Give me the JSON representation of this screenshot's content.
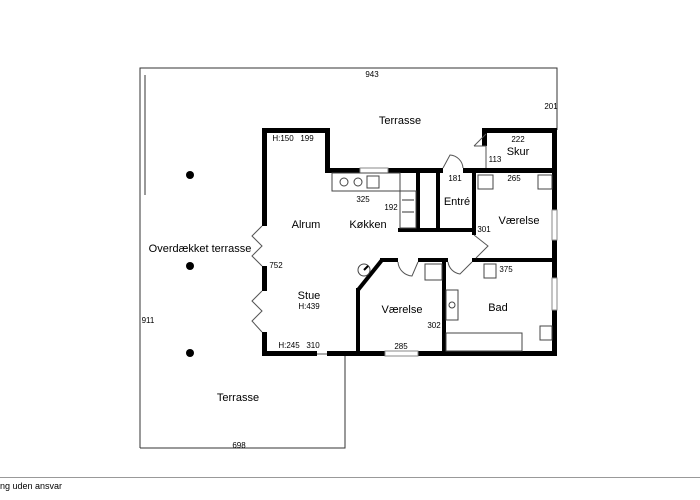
{
  "rooms": {
    "terrasse_top": "Terrasse",
    "skur": "Skur",
    "entre": "Entré",
    "alrum": "Alrum",
    "kokken": "Køkken",
    "vaerelse_right": "Værelse",
    "overdaekket": "Overdækket terrasse",
    "stue": "Stue",
    "vaerelse_mid": "Værelse",
    "bad": "Bad",
    "terrasse_bottom": "Terrasse"
  },
  "dimensions": {
    "top_width": "943",
    "right_edge": "201",
    "alrum_small": "199",
    "height_150": "H:150",
    "skur_w": "222",
    "skur_d": "113",
    "entre_w": "181",
    "vaerelse_w": "265",
    "kitchen_w": "325",
    "kitchen_d": "192",
    "hall_d": "301",
    "living_d": "752",
    "stue_h": "H:439",
    "bad_w": "375",
    "vaerelse_d": "302",
    "left_depth": "911",
    "h245": "H:245",
    "stue_w": "310",
    "vaerelse_bottom": "285",
    "bottom_width": "698"
  },
  "footer": {
    "text": "ng uden ansvar"
  }
}
